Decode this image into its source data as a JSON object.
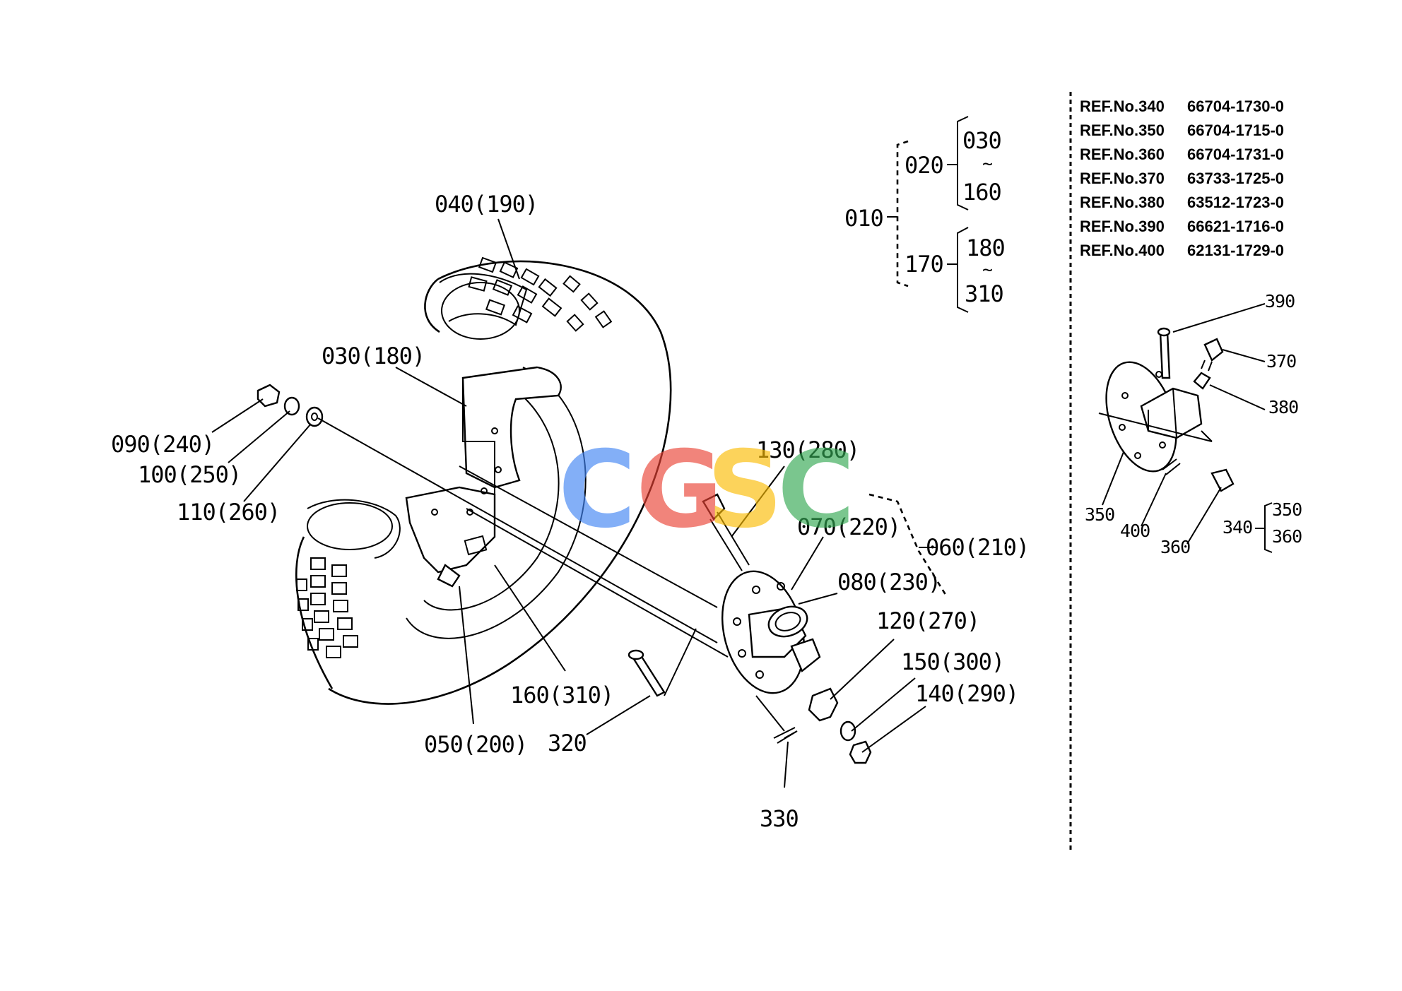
{
  "labels": {
    "l040": "040(190)",
    "l030": "030(180)",
    "l090": "090(240)",
    "l100": "100(250)",
    "l110": "110(260)",
    "l130": "130(280)",
    "l070": "070(220)",
    "l060": "060(210)",
    "l080": "080(230)",
    "l120": "120(270)",
    "l150": "150(300)",
    "l140": "140(290)",
    "l160": "160(310)",
    "l050": "050(200)",
    "l320": "320",
    "l330": "330"
  },
  "tree": {
    "root": "010",
    "a": "020",
    "a_top": "030",
    "a_bottom": "160",
    "b": "170",
    "b_top": "180",
    "b_bottom": "310",
    "tilde": "~"
  },
  "ref_list": [
    {
      "ref": "REF.No.340",
      "part": "66704-1730-0"
    },
    {
      "ref": "REF.No.350",
      "part": "66704-1715-0"
    },
    {
      "ref": "REF.No.360",
      "part": "66704-1731-0"
    },
    {
      "ref": "REF.No.370",
      "part": "63733-1725-0"
    },
    {
      "ref": "REF.No.380",
      "part": "63512-1723-0"
    },
    {
      "ref": "REF.No.390",
      "part": "66621-1716-0"
    },
    {
      "ref": "REF.No.400",
      "part": "62131-1729-0"
    }
  ],
  "inset_labels": {
    "l390": "390",
    "l370": "370",
    "l380": "380",
    "l350": "350",
    "l400": "400",
    "l360": "360",
    "l340": "340",
    "l340_top": "350",
    "l340_bottom": "360"
  },
  "watermark": {
    "letters": [
      "C",
      "G",
      "S",
      "C"
    ],
    "colors": [
      "#4285f4",
      "#ea4335",
      "#fbbc05",
      "#34a853"
    ]
  }
}
